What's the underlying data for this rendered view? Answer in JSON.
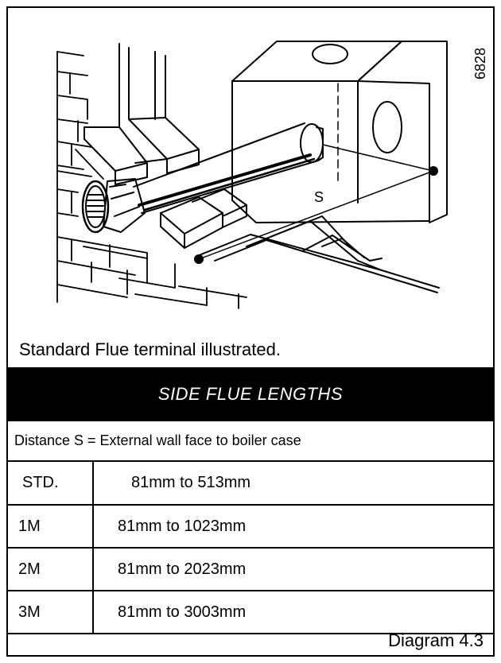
{
  "drawing_code": "6828",
  "dimension_label": "S",
  "caption": "Standard Flue terminal illustrated.",
  "table_title": "SIDE FLUE LENGTHS",
  "definition": "Distance S = External wall face to boiler case",
  "rows": [
    {
      "name": "STD.",
      "range": "81mm to 513mm"
    },
    {
      "name": "1M",
      "range": "81mm to 1023mm"
    },
    {
      "name": "2M",
      "range": "81mm to 2023mm"
    },
    {
      "name": "3M",
      "range": "81mm to 3003mm"
    }
  ],
  "diagram_label": "Diagram 4.3"
}
